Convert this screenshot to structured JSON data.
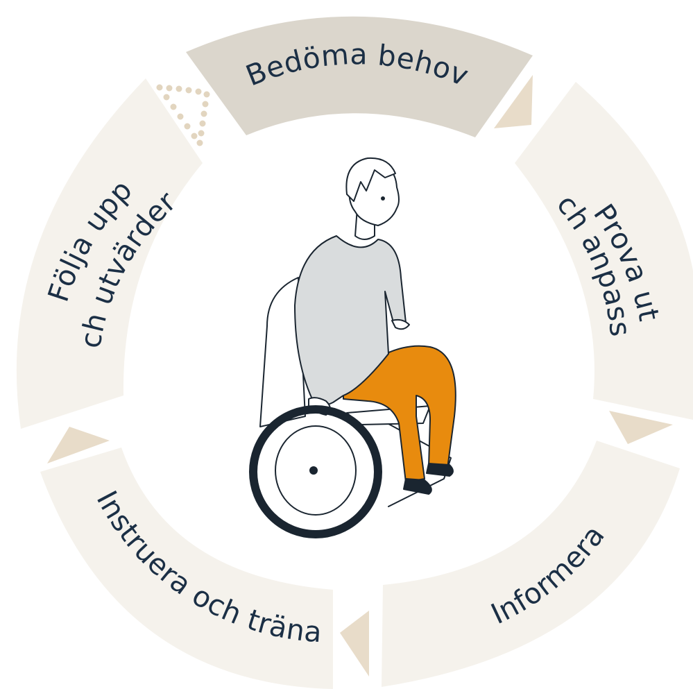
{
  "steps": [
    {
      "id": "bedoma",
      "line1": "Bedöma behov",
      "line2": ""
    },
    {
      "id": "prova",
      "line1": "Prova ut",
      "line2": "och anpassa"
    },
    {
      "id": "informera",
      "line1": "Informera",
      "line2": ""
    },
    {
      "id": "instruera",
      "line1": "Instruera och träna",
      "line2": ""
    },
    {
      "id": "folja",
      "line1": "Följa upp",
      "line2": "och utvärdera"
    }
  ],
  "colors": {
    "active_segment": "#dbd6cc",
    "segment": "#f5f2ec",
    "arrow": "#e8dcc9",
    "dotted_arrow": "#e2d5bf",
    "text": "#1b2f45",
    "sweater": "#d9dcdd",
    "trousers": "#e88b0e",
    "wheel": "#1a2530"
  }
}
